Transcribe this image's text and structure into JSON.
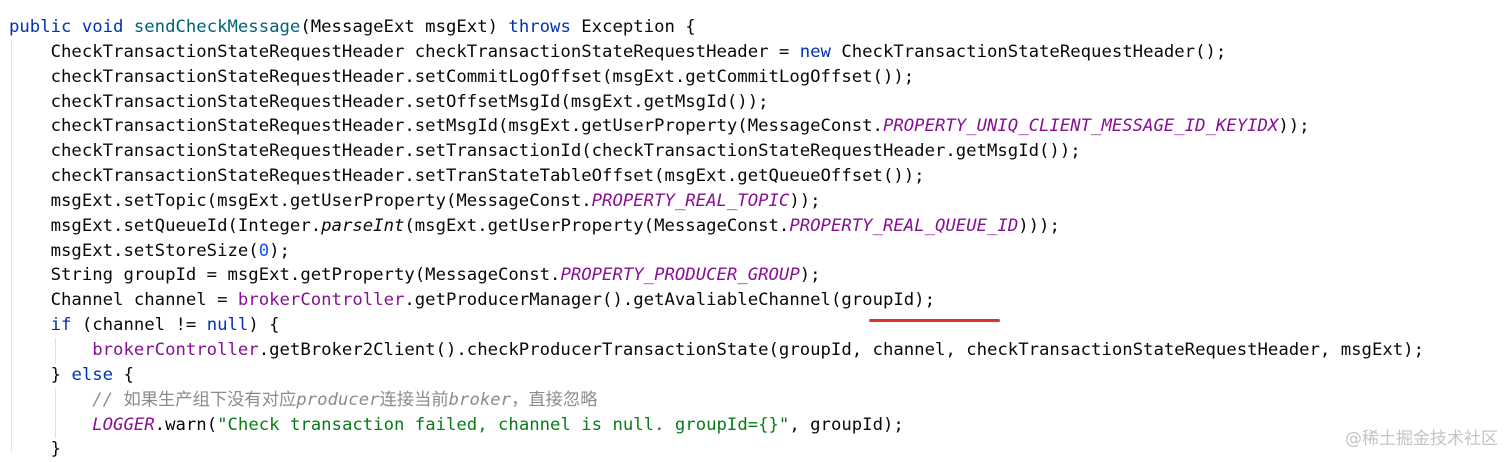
{
  "code": {
    "language": "java",
    "lines": [
      [
        {
          "t": "public void ",
          "c": "kw"
        },
        {
          "t": "sendCheckMessage",
          "c": "mt"
        },
        {
          "t": "(MessageExt msgExt) "
        },
        {
          "t": "throws ",
          "c": "kw"
        },
        {
          "t": "Exception {"
        }
      ],
      [
        {
          "t": "    CheckTransactionStateRequestHeader checkTransactionStateRequestHeader = "
        },
        {
          "t": "new ",
          "c": "kw"
        },
        {
          "t": "CheckTransactionStateRequestHeader();"
        }
      ],
      [
        {
          "t": "    checkTransactionStateRequestHeader.setCommitLogOffset(msgExt.getCommitLogOffset());"
        }
      ],
      [
        {
          "t": "    checkTransactionStateRequestHeader.setOffsetMsgId(msgExt.getMsgId());"
        }
      ],
      [
        {
          "t": "    checkTransactionStateRequestHeader.setMsgId(msgExt.getUserProperty(MessageConst."
        },
        {
          "t": "PROPERTY_UNIQ_CLIENT_MESSAGE_ID_KEYIDX",
          "c": "cst"
        },
        {
          "t": "));"
        }
      ],
      [
        {
          "t": "    checkTransactionStateRequestHeader.setTransactionId(checkTransactionStateRequestHeader.getMsgId());"
        }
      ],
      [
        {
          "t": "    checkTransactionStateRequestHeader.setTranStateTableOffset(msgExt.getQueueOffset());"
        }
      ],
      [
        {
          "t": "    msgExt.setTopic(msgExt.getUserProperty(MessageConst."
        },
        {
          "t": "PROPERTY_REAL_TOPIC",
          "c": "cst"
        },
        {
          "t": "));"
        }
      ],
      [
        {
          "t": "    msgExt.setQueueId(Integer."
        },
        {
          "t": "parseInt",
          "c": "stc"
        },
        {
          "t": "(msgExt.getUserProperty(MessageConst."
        },
        {
          "t": "PROPERTY_REAL_QUEUE_ID",
          "c": "cst"
        },
        {
          "t": ")));"
        }
      ],
      [
        {
          "t": "    msgExt.setStoreSize("
        },
        {
          "t": "0",
          "c": "num"
        },
        {
          "t": ");"
        }
      ],
      [
        {
          "t": "    String groupId = msgExt.getProperty(MessageConst."
        },
        {
          "t": "PROPERTY_PRODUCER_GROUP",
          "c": "cst"
        },
        {
          "t": ");"
        }
      ],
      [
        {
          "t": "    Channel channel = "
        },
        {
          "t": "brokerController",
          "c": "fld"
        },
        {
          "t": ".getProducerManager().getAvaliableChannel(groupId);"
        }
      ],
      [
        {
          "t": "    "
        },
        {
          "t": "if ",
          "c": "kw"
        },
        {
          "t": "(channel != "
        },
        {
          "t": "null",
          "c": "kw"
        },
        {
          "t": ") {"
        }
      ],
      [
        {
          "t": "        "
        },
        {
          "t": "brokerController",
          "c": "fld"
        },
        {
          "t": ".getBroker2Client().checkProducerTransactionState(groupId, channel, checkTransactionStateRequestHeader, msgExt);"
        }
      ],
      [
        {
          "t": "    } "
        },
        {
          "t": "else ",
          "c": "kw"
        },
        {
          "t": "{"
        }
      ],
      [
        {
          "t": "        "
        },
        {
          "t": "// ",
          "c": "cmt"
        },
        {
          "t": "如果生产组下没有对应",
          "c": "cmt cmt-cjk"
        },
        {
          "t": "producer",
          "c": "cmt"
        },
        {
          "t": "连接当前",
          "c": "cmt cmt-cjk"
        },
        {
          "t": "broker",
          "c": "cmt"
        },
        {
          "t": "，直接忽略",
          "c": "cmt cmt-cjk"
        }
      ],
      [
        {
          "t": "        "
        },
        {
          "t": "LOGGER",
          "c": "cst"
        },
        {
          "t": ".warn("
        },
        {
          "t": "\"Check transaction failed, channel is null. groupId={}\"",
          "c": "str"
        },
        {
          "t": ", groupId);"
        }
      ],
      [
        {
          "t": "    }"
        }
      ]
    ]
  },
  "watermark": "@稀土掘金技术社区",
  "colors": {
    "keyword": "#0033b3",
    "method_declaration": "#00627a",
    "field": "#871094",
    "constant": "#871094",
    "number": "#1750eb",
    "string": "#067d17",
    "comment": "#8c8c8c",
    "highlight_underline": "#e0332d"
  }
}
